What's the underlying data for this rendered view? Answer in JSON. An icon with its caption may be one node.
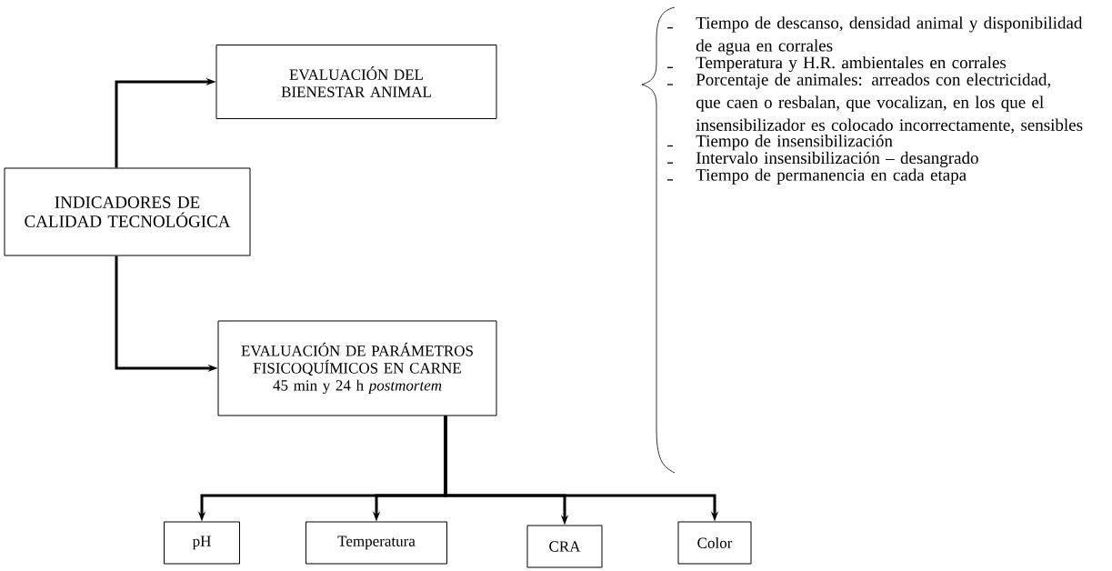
{
  "diagram": {
    "nodes": [
      {
        "text": [
          "INDICADORES DE CALIDAD TECNOLÓGICA"
        ]
      },
      {
        "text": [
          "EVALUACIÓN DEL BIENESTAR ANIMAL"
        ]
      },
      {
        "text": [
          "EVALUACIÓN DE PARÁMETROS FISICOQUÍMICOS EN CARNE",
          "45 min y 24 h *postmortem*"
        ]
      },
      {
        "text": [
          "pH"
        ]
      },
      {
        "text": [
          "Temperatura"
        ]
      },
      {
        "text": [
          "CRA"
        ]
      },
      {
        "text": [
          "Color"
        ]
      }
    ],
    "edges": [
      {
        "from": 0,
        "to": 1,
        "arrow": "to"
      },
      {
        "from": 0,
        "to": 2,
        "arrow": "to"
      },
      {
        "from": 2,
        "to": 3,
        "arrow": "to"
      },
      {
        "from": 2,
        "to": 4,
        "arrow": "to"
      },
      {
        "from": 2,
        "to": 5,
        "arrow": "to"
      },
      {
        "from": 2,
        "to": 6,
        "arrow": "to"
      }
    ],
    "labels": [
      "Tiempo de descanso, densidad animal y disponibilidad de agua en corrales",
      "Temperatura y H.R. ambientales en corrales",
      "Porcentaje de animales: arreados con electricidad, que caen o resbalan, que vocalizan, en los que el insensibilizador es colocado incorrectamente, sensibles",
      "Tiempo de insensibilización",
      "Intervalo insensibilización – desangrado",
      "Tiempo de permanencia en cada etapa"
    ]
  }
}
